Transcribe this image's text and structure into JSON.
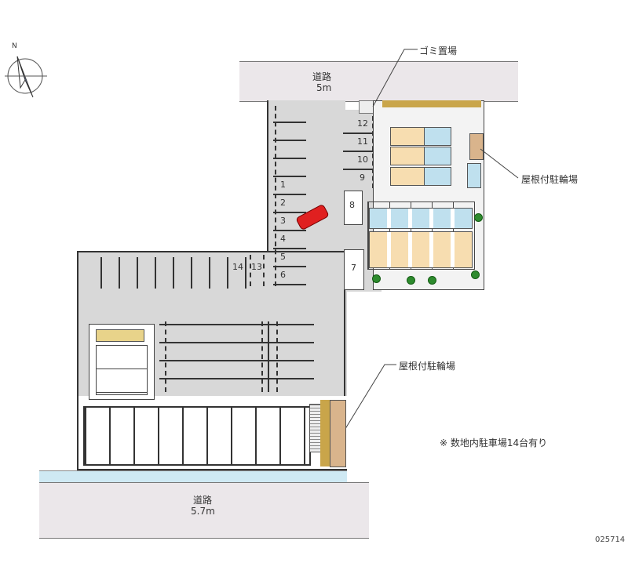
{
  "roads": {
    "north": {
      "name": "道路",
      "width": "5m"
    },
    "south": {
      "name": "道路",
      "width": "5.7m"
    }
  },
  "labels": {
    "garbage": "ゴミ置場",
    "bike_shelter_1": "屋根付駐輪場",
    "bike_shelter_2": "屋根付駐輪場"
  },
  "parking_numbers": [
    "1",
    "2",
    "3",
    "4",
    "5",
    "6",
    "7",
    "8",
    "9",
    "10",
    "11",
    "12",
    "13",
    "14"
  ],
  "note": "※ 数地内駐車場14台有り",
  "code": "025714",
  "compass": {
    "north_label": "N"
  },
  "colors": {
    "lot": "#d8d8d8",
    "road": "#ebe7ea",
    "room": "#f7ddb0",
    "wet": "#bfe0ee",
    "car": "#e02020"
  }
}
